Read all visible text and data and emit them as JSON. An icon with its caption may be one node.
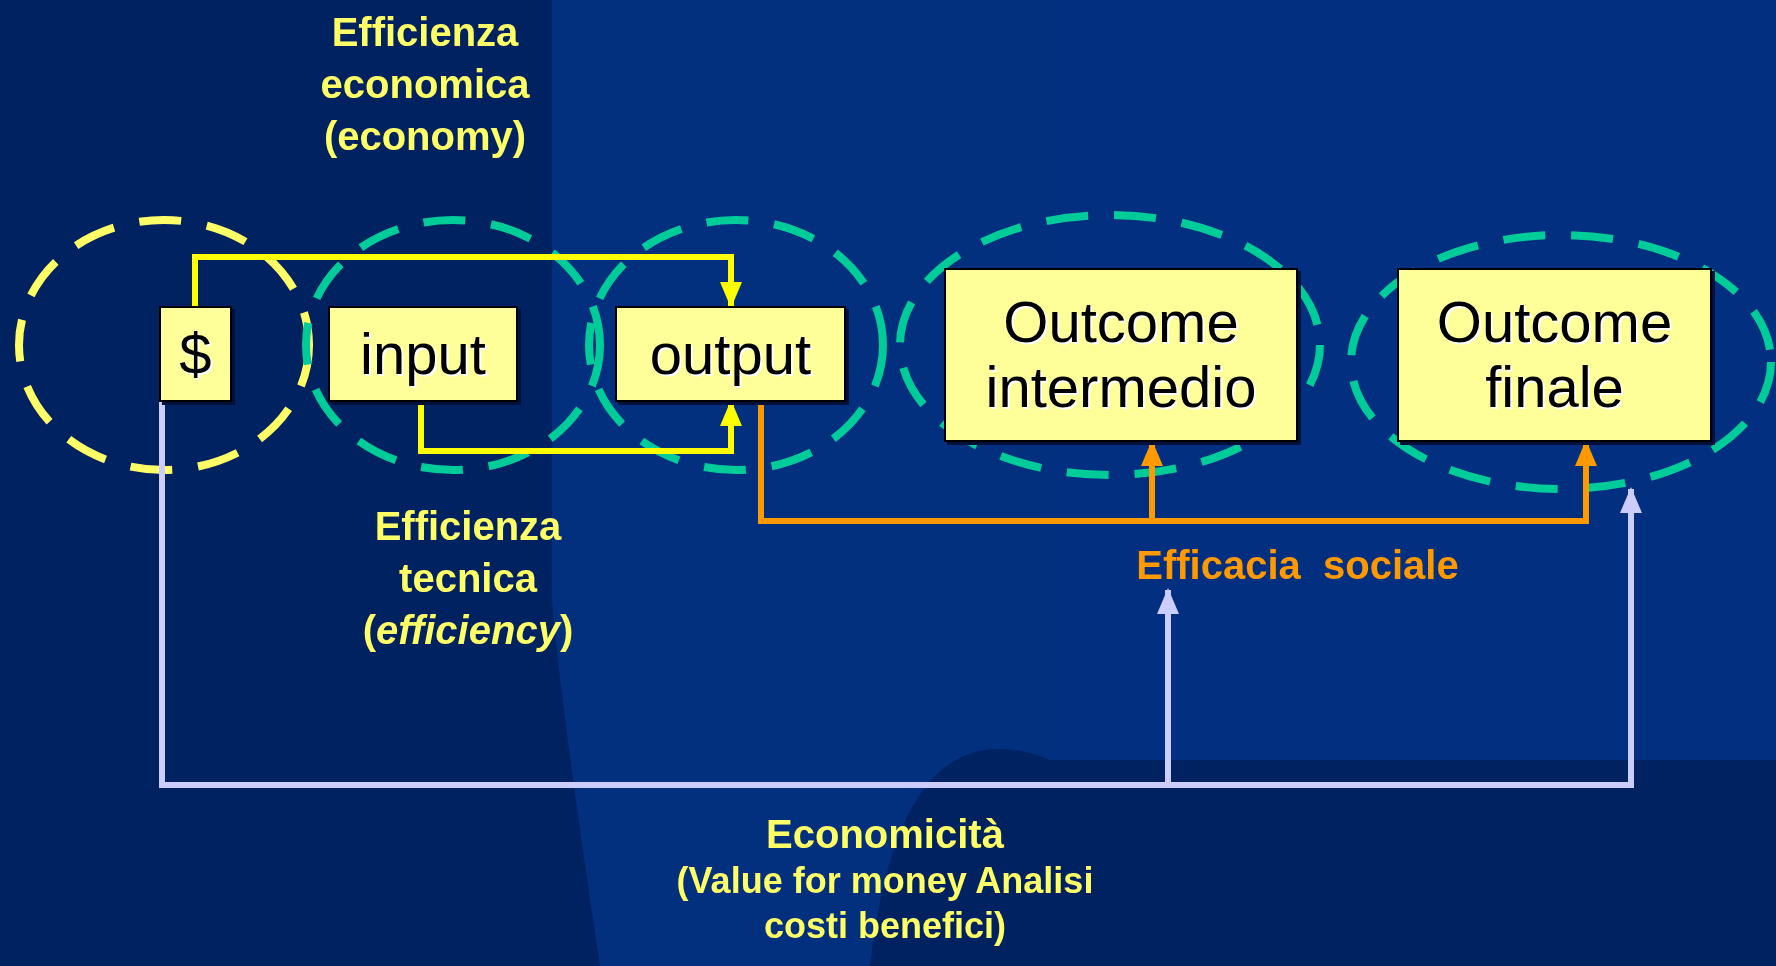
{
  "diagram": {
    "nodes": [
      {
        "text": [
          "$"
        ]
      },
      {
        "text": [
          "input"
        ]
      },
      {
        "text": [
          "output"
        ]
      },
      {
        "text": [
          "Outcome intermedio"
        ]
      },
      {
        "text": [
          "Outcome finale"
        ]
      },
      {
        "text": [
          "Efficacia  sociale"
        ]
      }
    ],
    "edges": [
      {
        "from": 0,
        "to": 2,
        "arrow": "to"
      },
      {
        "from": 1,
        "to": 2,
        "arrow": "to"
      },
      {
        "from": 2,
        "to": 3,
        "arrow": "to",
        "color": "#ff9900"
      },
      {
        "from": 2,
        "to": 4,
        "arrow": "to",
        "color": "#ff9900"
      },
      {
        "from": 0,
        "to": 5,
        "arrow": "to",
        "color": "#ccccff"
      },
      {
        "from": 0,
        "to": 4,
        "arrow": "to",
        "color": "#ccccff"
      }
    ],
    "labels": [
      "Efficienza economica (economy)",
      "Efficienza tecnica (*efficiency*)",
      "Economicità",
      "(Value for money Analisi costi benefici)"
    ]
  }
}
